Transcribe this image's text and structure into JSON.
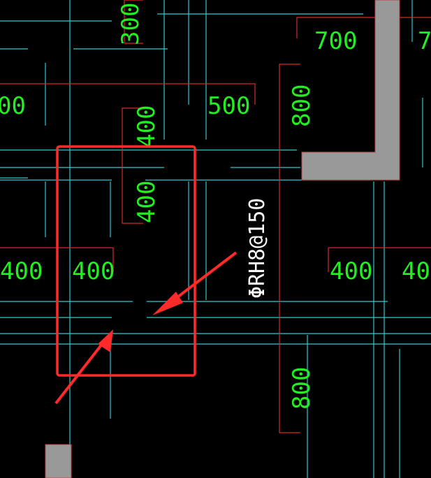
{
  "drawing": {
    "colors": {
      "background": "#000000",
      "gridline": "#2fc9d3",
      "dimension_line": "#d62a2a",
      "dimension_text": "#22ee22",
      "annotation_text": "#ffffff",
      "highlight_box": "#ff2a2a",
      "arrow": "#ff2a2a",
      "wall_fill": "#999999"
    },
    "dimensions": {
      "top_300": "300",
      "top_700": "700",
      "top_700_partial": "7",
      "left_500_partial": "00",
      "mid_500": "500",
      "right_800_top": "800",
      "center_400_upper": "400",
      "center_400_lower": "400",
      "row_400_far_left": "400",
      "row_400_left": "400",
      "row_400_right": "400",
      "row_400_far_right": "40",
      "right_800_bottom": "800"
    },
    "annotation": {
      "rebar_spec": "ΦRH8@150"
    }
  }
}
